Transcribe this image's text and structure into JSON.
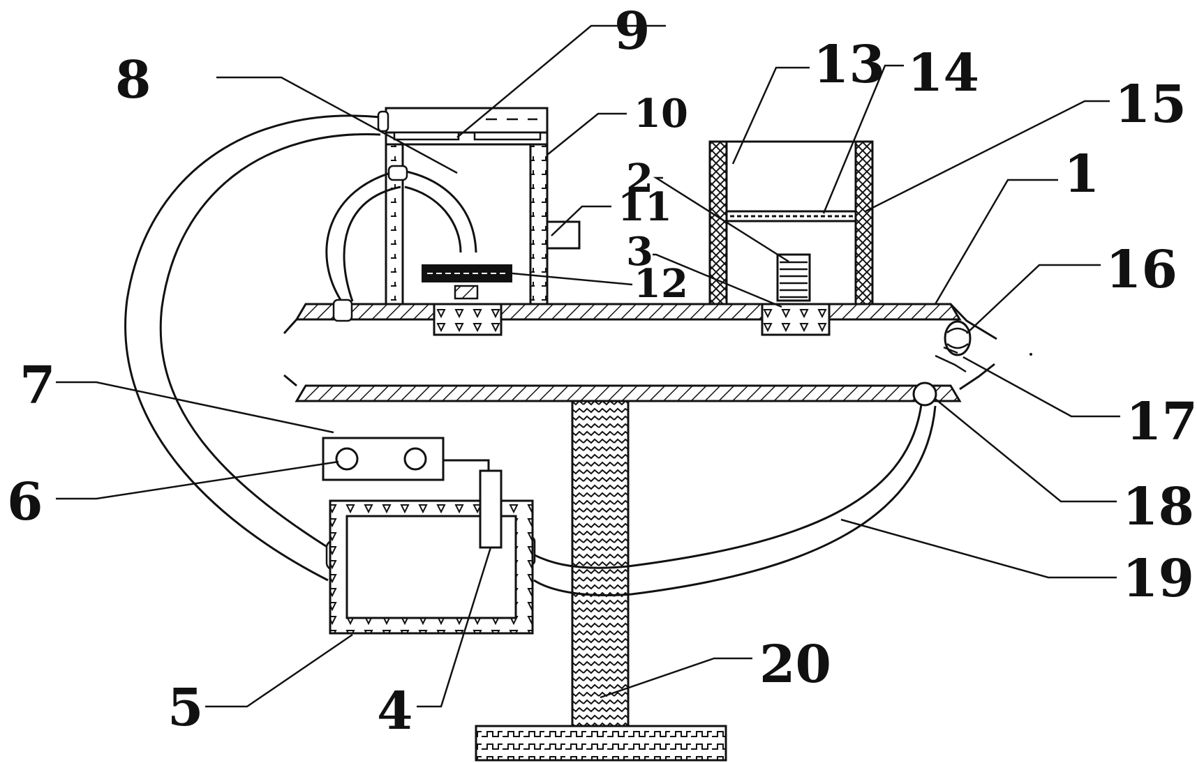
{
  "figure": {
    "labels": {
      "n1": "1",
      "n2": "2",
      "n3": "3",
      "n4": "4",
      "n5": "5",
      "n6": "6",
      "n7": "7",
      "n8": "8",
      "n9": "9",
      "n10": "10",
      "n11": "11",
      "n12": "12",
      "n13": "13",
      "n14": "14",
      "n15": "15",
      "n16": "16",
      "n17": "17",
      "n18": "18",
      "n19": "19",
      "n20": "20"
    }
  }
}
